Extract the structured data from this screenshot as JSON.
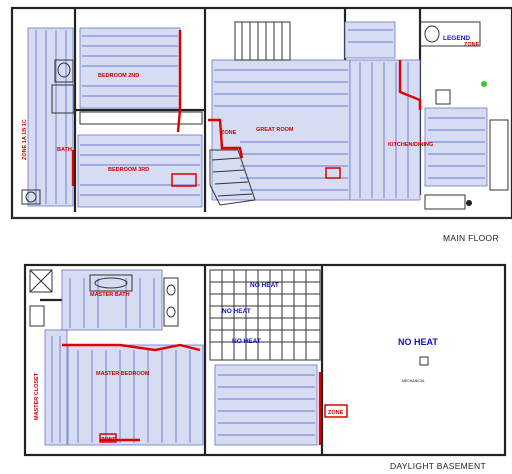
{
  "floors": {
    "main_floor": "MAIN FLOOR",
    "basement": "DAYLIGHT BASEMENT"
  },
  "main_rooms": {
    "bedroom_2": "BEDROOM 2ND",
    "bedroom_3": "BEDROOM 3RD",
    "great_room": "GREAT ROOM",
    "kitchen_dining": "KITCHEN/DINING",
    "zone_a": "ZONE",
    "left_wall_zone": "ZONE 1A 1B 1C",
    "hall_tag": "BATH",
    "top_right_tag": "ZONE",
    "legend_tag": "LEGEND"
  },
  "basement_rooms": {
    "master_bath": "MASTER BATH",
    "master_closet": "MASTER CLOSET",
    "master_bedroom": "MASTER BEDROOM",
    "no_heat_top": "NO HEAT",
    "no_heat_mid1": "NO HEAT",
    "no_heat_mid2": "NO HEAT",
    "no_heat_big": "NO HEAT",
    "mech_label": "MECHANICAL",
    "zone_tag": "ZONE",
    "zone_tag2": "ZONE"
  },
  "colors": {
    "heat_zone_fill": "#d6dcf2",
    "heat_loop": "#4a56c8",
    "supply_line": "#e00000",
    "no_heat_text": "#1010d0",
    "walls": "#222222"
  }
}
